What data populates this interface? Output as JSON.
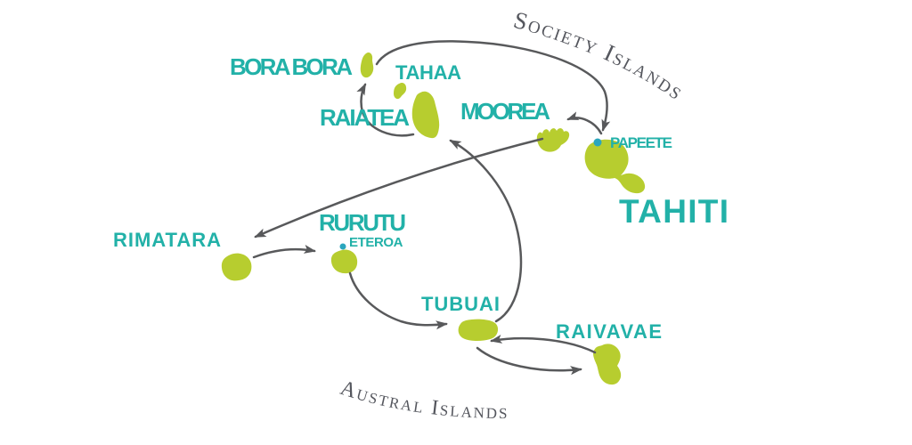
{
  "map": {
    "regions": {
      "north": "Society Islands",
      "south": "Austral Islands"
    },
    "islands": {
      "bora_bora": "BORA BORA",
      "tahaa": "TAHAA",
      "raiatea": "RAIATEA",
      "moorea": "MOOREA",
      "tahiti": "TAHITI",
      "rimatara": "RIMATARA",
      "rurutu": "RURUTU",
      "tubuai": "TUBUAI",
      "raivavae": "RAIVAVAE"
    },
    "ports": {
      "papeete": "PAPEETE",
      "eteroa": "ETEROA"
    },
    "routes": [
      {
        "from": "Papeete",
        "to": "Moorea"
      },
      {
        "from": "Moorea",
        "to": "Rimatara"
      },
      {
        "from": "Rimatara",
        "to": "Rurutu"
      },
      {
        "from": "Rurutu",
        "to": "Tubuai"
      },
      {
        "from": "Tubuai",
        "to": "Raivavae"
      },
      {
        "from": "Raivavae",
        "to": "Tubuai"
      },
      {
        "from": "Tubuai",
        "to": "Raiatea"
      },
      {
        "from": "Raiatea",
        "to": "Bora Bora"
      },
      {
        "from": "Bora Bora",
        "to": "Papeete"
      }
    ],
    "colors": {
      "island_green": "#b7cd2f",
      "label_teal": "#22b1a8",
      "route_gray": "#58595b",
      "region_gray": "#55575e",
      "port_blue": "#2ba6bd"
    }
  }
}
